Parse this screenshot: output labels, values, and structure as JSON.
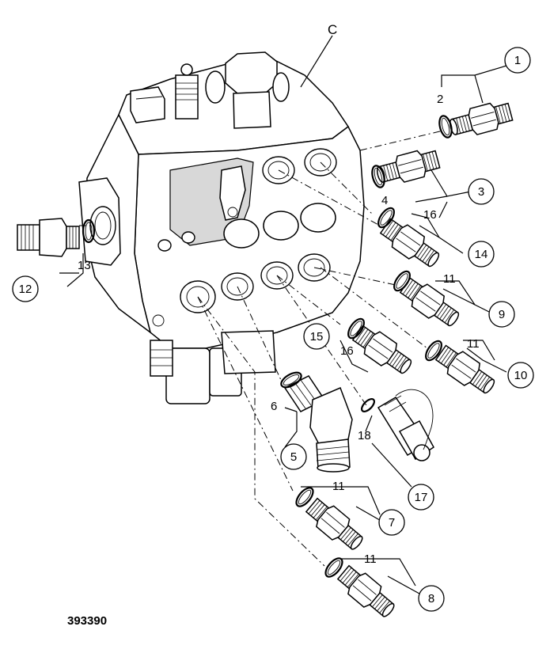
{
  "figure_code": "393390",
  "assembly_label": "C",
  "callouts": [
    {
      "id": "c1",
      "text": "1",
      "circled": true
    },
    {
      "id": "c2",
      "text": "2",
      "circled": false
    },
    {
      "id": "c3",
      "text": "3",
      "circled": true
    },
    {
      "id": "c4",
      "text": "4",
      "circled": false
    },
    {
      "id": "c5",
      "text": "5",
      "circled": true
    },
    {
      "id": "c6",
      "text": "6",
      "circled": false
    },
    {
      "id": "c7",
      "text": "7",
      "circled": true
    },
    {
      "id": "c8",
      "text": "8",
      "circled": true
    },
    {
      "id": "c9",
      "text": "9",
      "circled": true
    },
    {
      "id": "c10",
      "text": "10",
      "circled": true
    },
    {
      "id": "c11a",
      "text": "11",
      "circled": false
    },
    {
      "id": "c11b",
      "text": "11",
      "circled": false
    },
    {
      "id": "c11c",
      "text": "11",
      "circled": false
    },
    {
      "id": "c11d",
      "text": "11",
      "circled": false
    },
    {
      "id": "c12",
      "text": "12",
      "circled": true
    },
    {
      "id": "c13",
      "text": "13",
      "circled": false
    },
    {
      "id": "c14",
      "text": "14",
      "circled": true
    },
    {
      "id": "c15",
      "text": "15",
      "circled": true
    },
    {
      "id": "c16a",
      "text": "16",
      "circled": false
    },
    {
      "id": "c16b",
      "text": "16",
      "circled": false
    },
    {
      "id": "c17",
      "text": "17",
      "circled": true
    },
    {
      "id": "c18",
      "text": "18",
      "circled": false
    }
  ]
}
